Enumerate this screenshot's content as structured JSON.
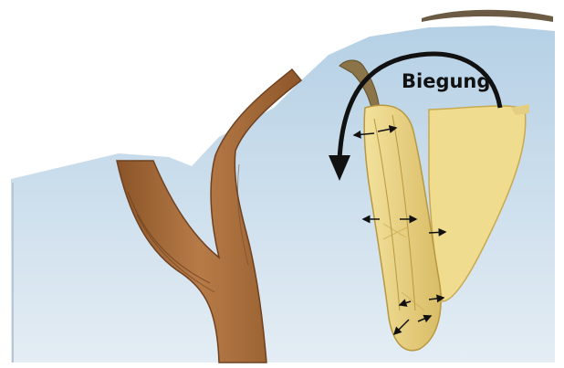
{
  "diagram": {
    "label_bending": "Biegung",
    "subject_left": "tree-branch-fork",
    "subject_right": "bending-banana-cross-section",
    "colors": {
      "sky_top": "#b8d2e6",
      "sky_bottom": "#e3edf4",
      "wood": "#a46a3a",
      "wood_dark": "#6e4120",
      "banana_peel": "#ead58a",
      "banana_shadow": "#c9a94f",
      "arrow": "#111111"
    }
  }
}
